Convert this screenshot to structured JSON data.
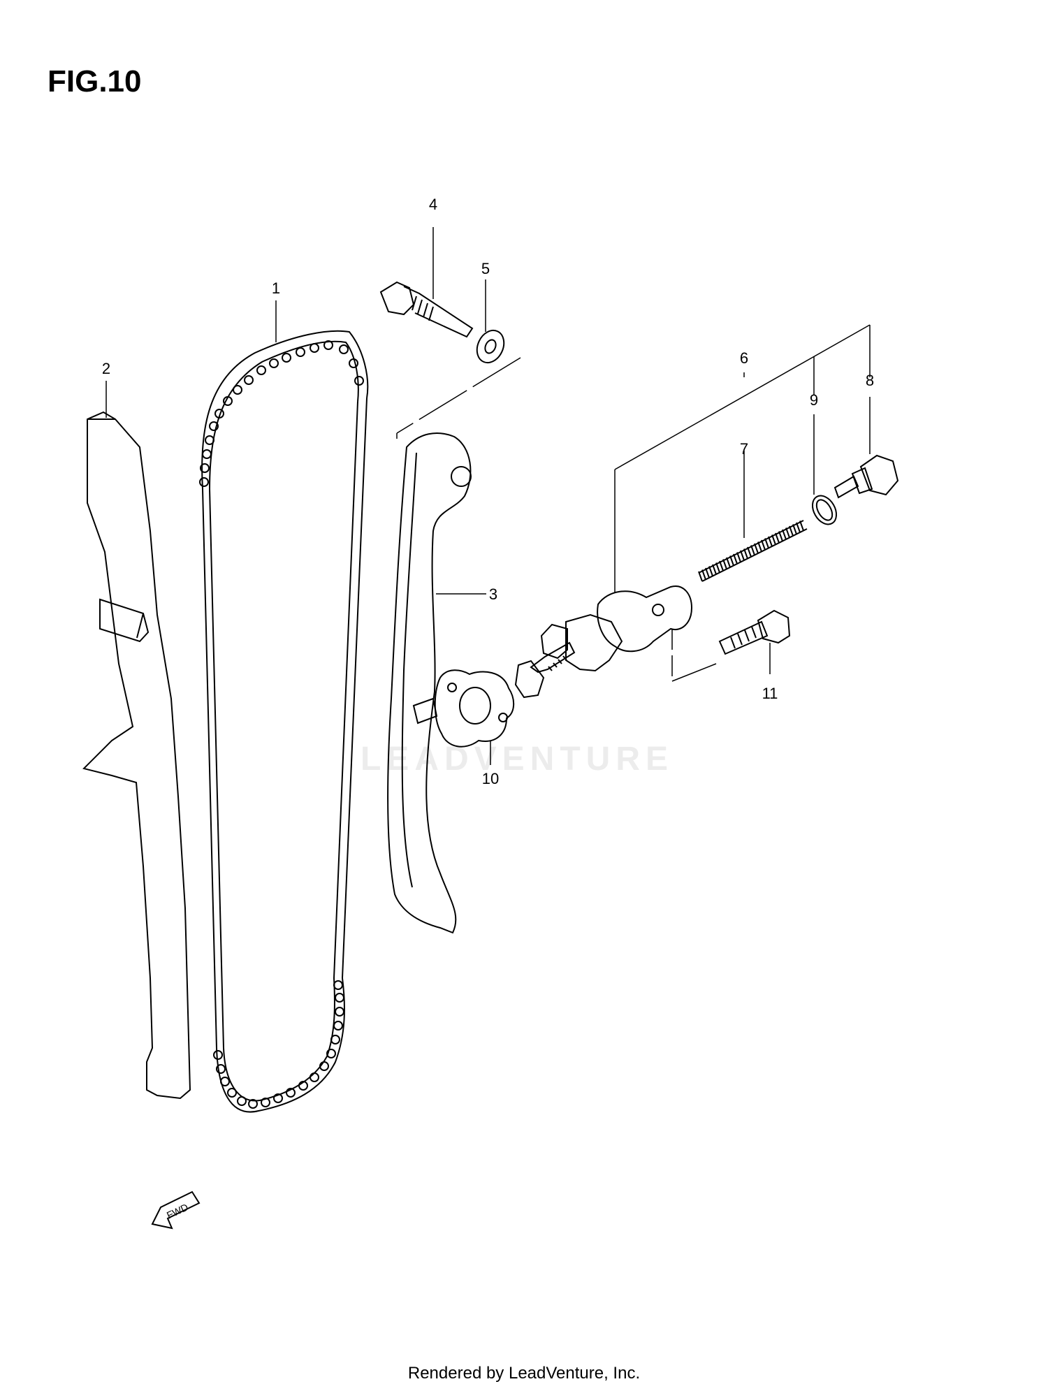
{
  "figure": {
    "title": "FIG.10"
  },
  "callouts": [
    {
      "number": "1",
      "part": "chain"
    },
    {
      "number": "2",
      "part": "chain-guide"
    },
    {
      "number": "3",
      "part": "tensioner-arm"
    },
    {
      "number": "4",
      "part": "bolt"
    },
    {
      "number": "5",
      "part": "washer"
    },
    {
      "number": "6",
      "part": "tensioner-assembly"
    },
    {
      "number": "7",
      "part": "spring"
    },
    {
      "number": "8",
      "part": "plug-bolt"
    },
    {
      "number": "9",
      "part": "o-ring"
    },
    {
      "number": "10",
      "part": "gasket"
    },
    {
      "number": "11",
      "part": "bolt"
    }
  ],
  "fwd_arrow": {
    "label": "FWD"
  },
  "watermark": {
    "text": "LEADVENTURE"
  },
  "footer": {
    "text": "Rendered by LeadVenture, Inc."
  }
}
